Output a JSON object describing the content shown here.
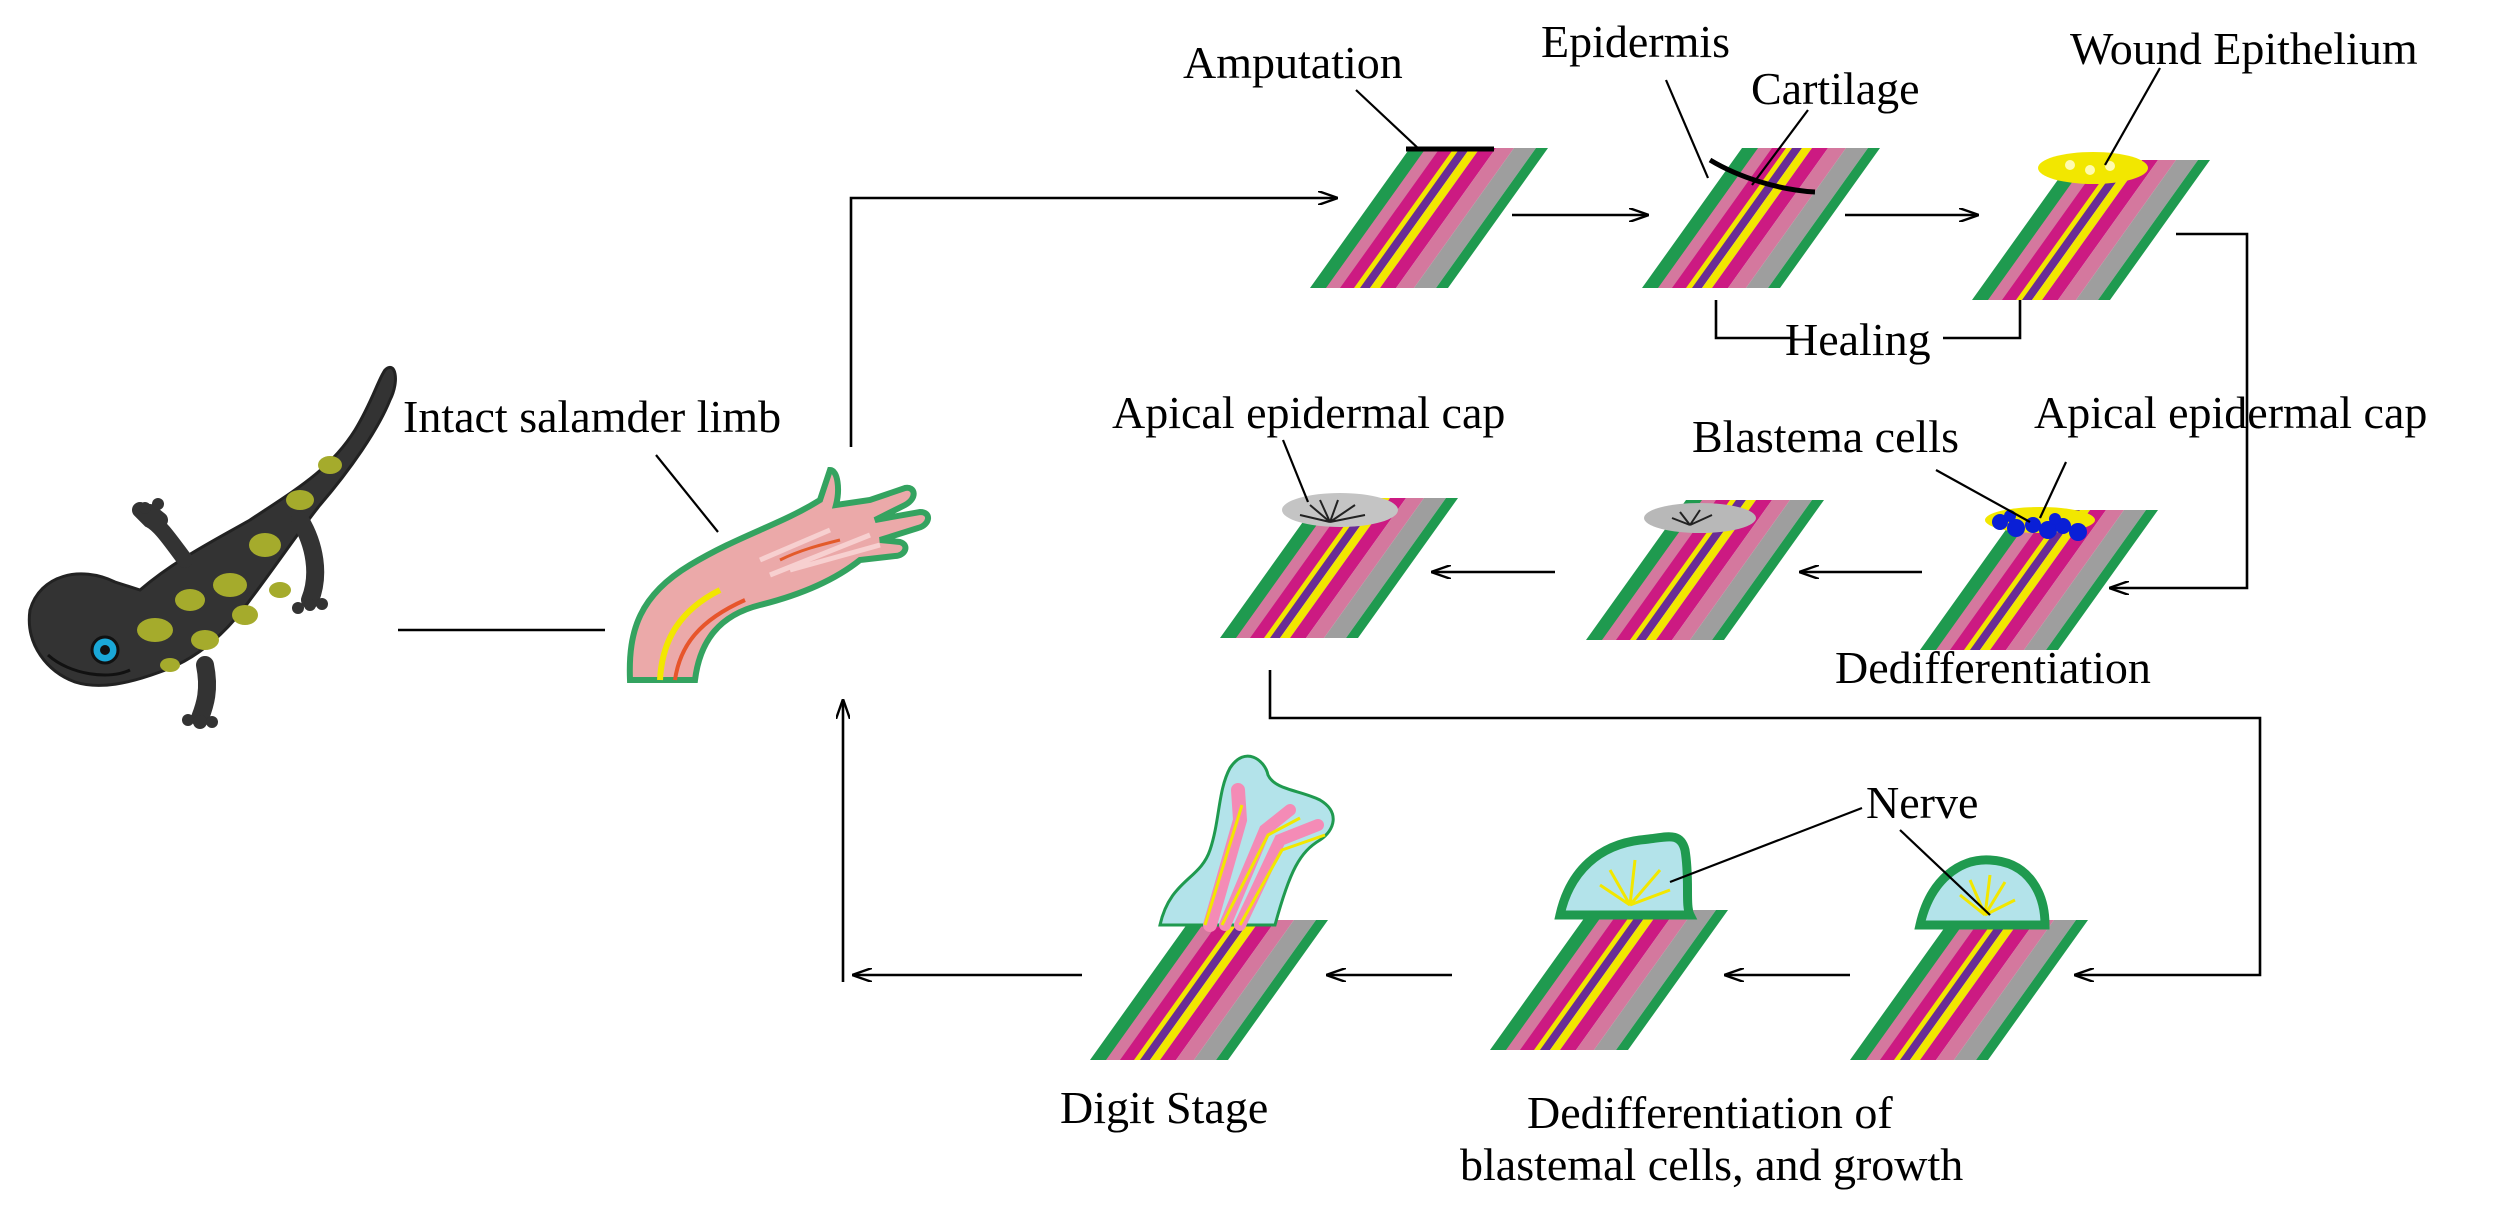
{
  "labels": {
    "amputation": "Amputation",
    "epidermis": "Epidermis",
    "cartilage": "Cartilage",
    "wound_epithelium": "Wound Epithelium",
    "healing": "Healing",
    "intact_limb": "Intact salamder limb",
    "apical_cap_left": "Apical epidermal cap",
    "blastema_cells": "Blastema cells",
    "apical_cap_right": "Apical epidermal cap",
    "dedifferentiation": "Dedifferentiation",
    "nerve": "Nerve",
    "digit_stage": "Digit Stage",
    "growth_line1": "Dedifferentiation of",
    "growth_line2": "blastemal cells, and growth"
  },
  "colors": {
    "skin_green": "#1f9a4f",
    "muscle_pink": "#d4789e",
    "muscle_magenta": "#cc1a82",
    "tissue_grey": "#9e9e9e",
    "bone_yellow": "#f2e700",
    "core_purple": "#6a2c95",
    "blastema_blue": "#0a1fd6",
    "regenerate_cyan": "#b3e3ea",
    "salamander_body": "#333333",
    "salamander_spots": "#a5ab2c"
  },
  "icons": {
    "salamander": "salamander-icon",
    "limb": "limb-icon"
  }
}
